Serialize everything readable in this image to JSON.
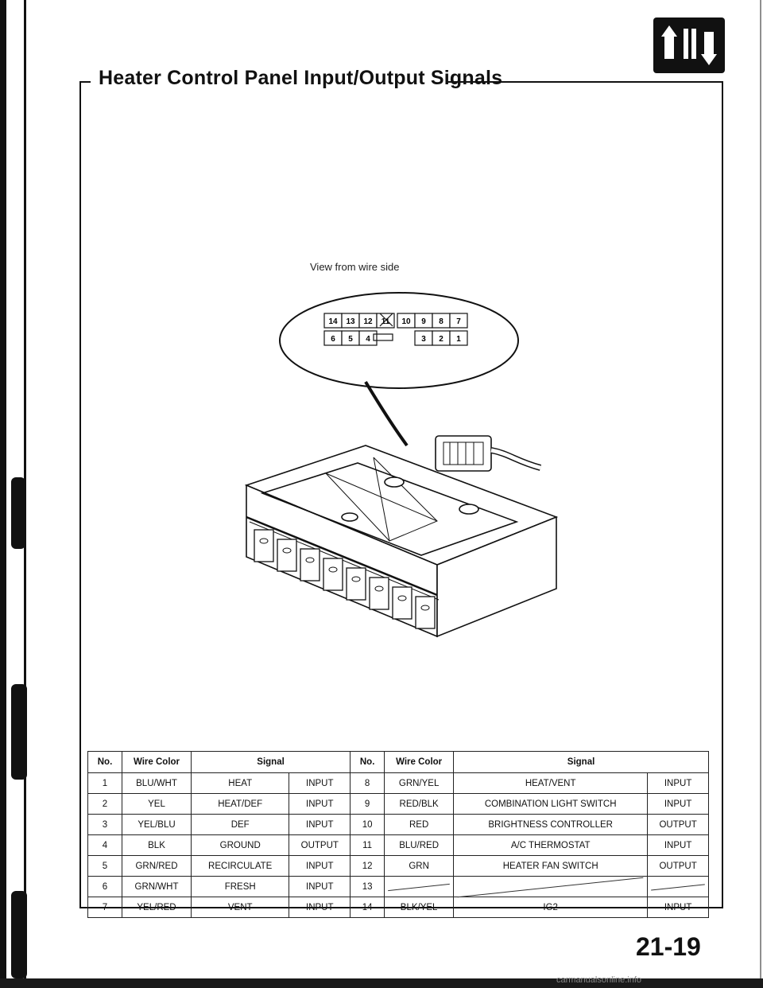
{
  "title": "Heater Control Panel Input/Output Signals",
  "connector": {
    "caption": "View from wire side",
    "top_row": [
      "14",
      "13",
      "12",
      "11",
      "10",
      "9",
      "8",
      "7"
    ],
    "bottom_row": [
      "6",
      "5",
      "4",
      "3",
      "2",
      "1"
    ]
  },
  "table": {
    "headers": [
      "No.",
      "Wire Color",
      "Signal",
      "No.",
      "Wire Color",
      "Signal"
    ],
    "rows": [
      {
        "no1": "1",
        "color1": "BLU/WHT",
        "signal1": "HEAT",
        "dir1": "INPUT",
        "no2": "8",
        "color2": "GRN/YEL",
        "signal2": "HEAT/VENT",
        "dir2": "INPUT"
      },
      {
        "no1": "2",
        "color1": "YEL",
        "signal1": "HEAT/DEF",
        "dir1": "INPUT",
        "no2": "9",
        "color2": "RED/BLK",
        "signal2": "COMBINATION LIGHT SWITCH",
        "dir2": "INPUT"
      },
      {
        "no1": "3",
        "color1": "YEL/BLU",
        "signal1": "DEF",
        "dir1": "INPUT",
        "no2": "10",
        "color2": "RED",
        "signal2": "BRIGHTNESS CONTROLLER",
        "dir2": "OUTPUT"
      },
      {
        "no1": "4",
        "color1": "BLK",
        "signal1": "GROUND",
        "dir1": "OUTPUT",
        "no2": "11",
        "color2": "BLU/RED",
        "signal2": "A/C THERMOSTAT",
        "dir2": "INPUT"
      },
      {
        "no1": "5",
        "color1": "GRN/RED",
        "signal1": "RECIRCULATE",
        "dir1": "INPUT",
        "no2": "12",
        "color2": "GRN",
        "signal2": "HEATER FAN SWITCH",
        "dir2": "OUTPUT"
      },
      {
        "no1": "6",
        "color1": "GRN/WHT",
        "signal1": "FRESH",
        "dir1": "INPUT",
        "no2": "13",
        "color2": "",
        "signal2": "",
        "dir2": ""
      },
      {
        "no1": "7",
        "color1": "YEL/RED",
        "signal1": "VENT",
        "dir1": "INPUT",
        "no2": "14",
        "color2": "BLK/YEL",
        "signal2": "IG2",
        "dir2": "INPUT"
      }
    ]
  },
  "page_number": "21-19",
  "watermark": "carmanualsonline.info",
  "icons": {
    "section": "heater-section-icon",
    "connector": "connector-diagram-icon",
    "panel": "heater-control-panel-illustration"
  }
}
